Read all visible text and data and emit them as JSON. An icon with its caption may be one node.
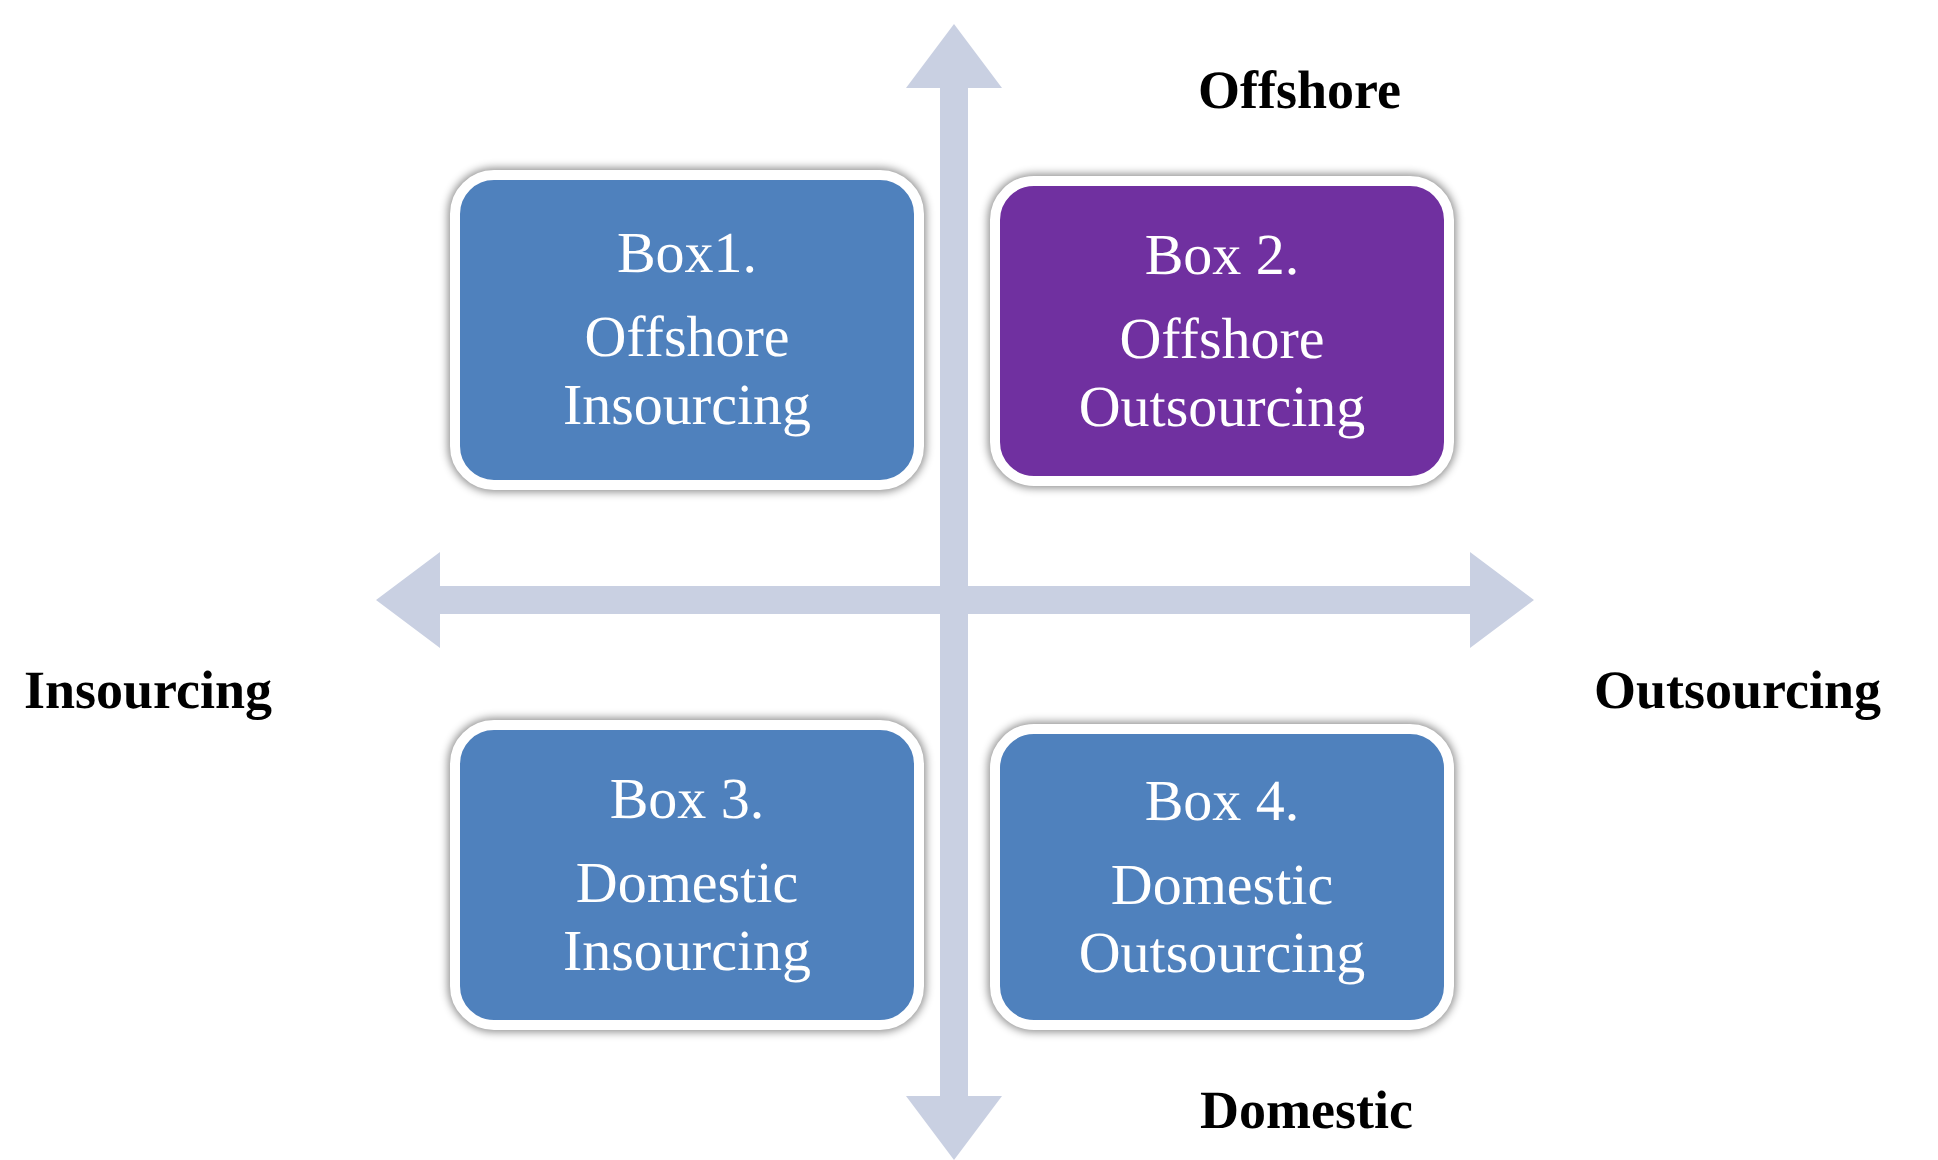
{
  "diagram": {
    "nodes": [
      {
        "text": [
          "Box1.",
          "Offshore Insourcing"
        ]
      },
      {
        "text": [
          "Box 2.",
          "Offshore Outsourcing"
        ]
      },
      {
        "text": [
          "Box 3.",
          "Domestic Insourcing"
        ]
      },
      {
        "text": [
          "Box 4.",
          "Domestic Outsourcing"
        ]
      }
    ],
    "labels": [
      "Offshore",
      "Insourcing",
      "Outsourcing",
      "Domestic"
    ]
  }
}
